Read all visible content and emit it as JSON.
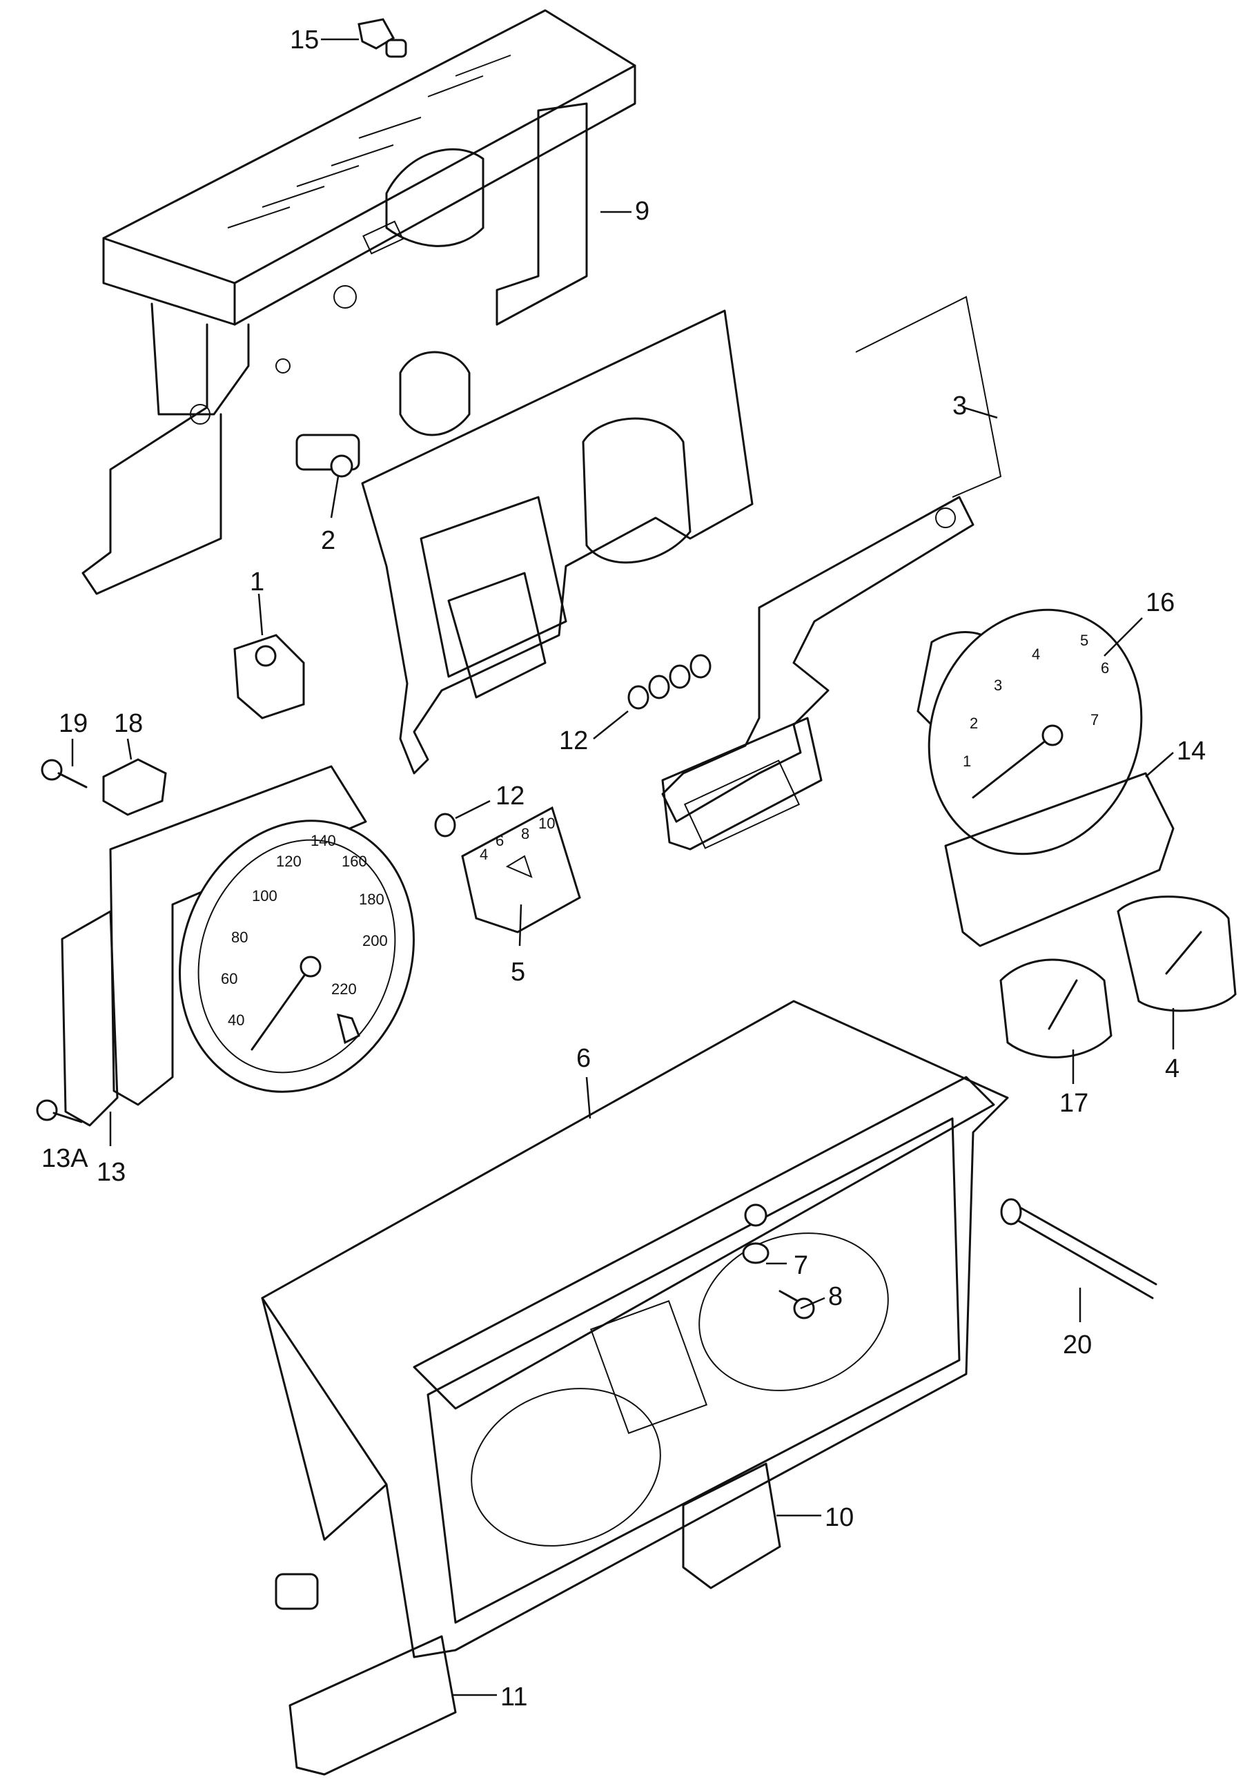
{
  "callouts": [
    {
      "id": "15",
      "label": "15"
    },
    {
      "id": "9",
      "label": "9"
    },
    {
      "id": "3",
      "label": "3"
    },
    {
      "id": "2",
      "label": "2"
    },
    {
      "id": "1",
      "label": "1"
    },
    {
      "id": "16",
      "label": "16"
    },
    {
      "id": "19",
      "label": "19"
    },
    {
      "id": "18",
      "label": "18"
    },
    {
      "id": "12a",
      "label": "12"
    },
    {
      "id": "14",
      "label": "14"
    },
    {
      "id": "12b",
      "label": "12"
    },
    {
      "id": "5",
      "label": "5"
    },
    {
      "id": "6",
      "label": "6"
    },
    {
      "id": "4",
      "label": "4"
    },
    {
      "id": "17",
      "label": "17"
    },
    {
      "id": "13A",
      "label": "13A"
    },
    {
      "id": "13",
      "label": "13"
    },
    {
      "id": "7",
      "label": "7"
    },
    {
      "id": "8",
      "label": "8"
    },
    {
      "id": "20",
      "label": "20"
    },
    {
      "id": "10",
      "label": "10"
    },
    {
      "id": "11",
      "label": "11"
    }
  ],
  "speedometer_labels": [
    "40",
    "60",
    "80",
    "100",
    "120",
    "140",
    "160",
    "180",
    "200",
    "220"
  ],
  "tachometer_labels": [
    "1",
    "2",
    "3",
    "4",
    "5",
    "6",
    "7"
  ],
  "gauge5_labels": [
    "4",
    "6",
    "8",
    "10"
  ]
}
